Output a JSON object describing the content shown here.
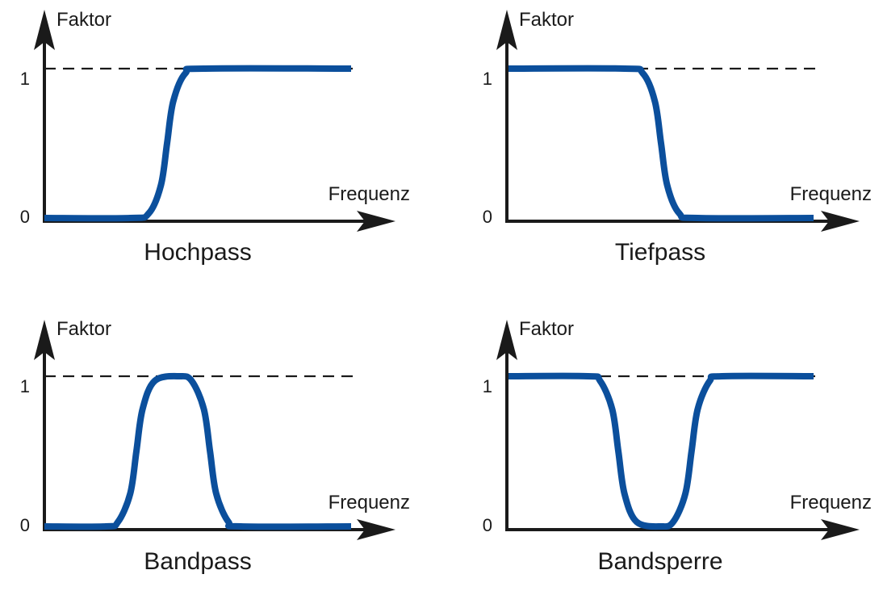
{
  "colors": {
    "curve": "#0b4f9c",
    "axis": "#1a1a1a",
    "reference": "#1a1a1a"
  },
  "chart_data": [
    {
      "type": "line",
      "title": "Hochpass",
      "ylabel": "Faktor",
      "xlabel": "Frequenz",
      "ytick_labels": [
        "0",
        "1"
      ],
      "ylim": [
        0,
        1
      ],
      "reference_line": 1,
      "series": [
        {
          "x": [
            0,
            0.28,
            0.34,
            0.38,
            0.4,
            0.42,
            0.46,
            0.52,
            1
          ],
          "y": [
            0,
            0,
            0.03,
            0.22,
            0.5,
            0.78,
            0.97,
            1,
            1
          ]
        }
      ]
    },
    {
      "type": "line",
      "title": "Tiefpass",
      "ylabel": "Faktor",
      "xlabel": "Frequenz",
      "ytick_labels": [
        "0",
        "1"
      ],
      "ylim": [
        0,
        1
      ],
      "reference_line": 1,
      "series": [
        {
          "x": [
            0,
            0.38,
            0.44,
            0.48,
            0.5,
            0.52,
            0.56,
            0.62,
            1
          ],
          "y": [
            1,
            1,
            0.97,
            0.78,
            0.5,
            0.22,
            0.03,
            0,
            0
          ]
        }
      ]
    },
    {
      "type": "line",
      "title": "Bandpass",
      "ylabel": "Faktor",
      "xlabel": "Frequenz",
      "ytick_labels": [
        "0",
        "1"
      ],
      "ylim": [
        0,
        1
      ],
      "reference_line": 1,
      "series": [
        {
          "x": [
            0,
            0.2,
            0.24,
            0.28,
            0.3,
            0.32,
            0.36,
            0.44,
            0.48,
            0.52,
            0.54,
            0.56,
            0.6,
            0.64,
            1
          ],
          "y": [
            0,
            0,
            0.03,
            0.22,
            0.5,
            0.78,
            0.97,
            1,
            0.97,
            0.78,
            0.5,
            0.22,
            0.03,
            0,
            0
          ]
        }
      ]
    },
    {
      "type": "line",
      "title": "Bandsperre",
      "ylabel": "Faktor",
      "xlabel": "Frequenz",
      "ytick_labels": [
        "0",
        "1"
      ],
      "ylim": [
        0,
        1
      ],
      "reference_line": 1,
      "series": [
        {
          "x": [
            0,
            0.26,
            0.3,
            0.34,
            0.36,
            0.38,
            0.42,
            0.5,
            0.54,
            0.58,
            0.6,
            0.62,
            0.66,
            0.7,
            1
          ],
          "y": [
            1,
            1,
            0.97,
            0.78,
            0.5,
            0.22,
            0.03,
            0,
            0.03,
            0.22,
            0.5,
            0.78,
            0.97,
            1,
            1
          ]
        }
      ]
    }
  ]
}
